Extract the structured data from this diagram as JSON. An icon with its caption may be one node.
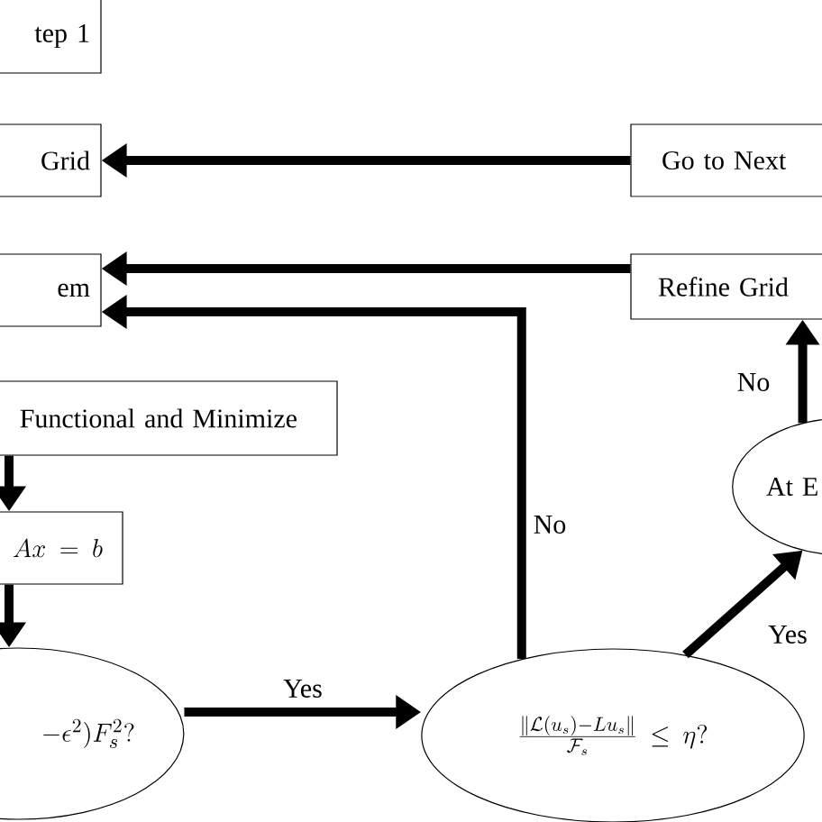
{
  "diagram": {
    "nodes": [
      {
        "text": [
          "tep 1"
        ]
      },
      {
        "text": [
          "Grid"
        ]
      },
      {
        "text": [
          "em"
        ]
      },
      {
        "text": [
          "Functional and Minimize"
        ]
      },
      {
        "text": [
          "Ax = b"
        ]
      },
      {
        "text": [
          "-\\epsilon^{2})F_{s}^{2}?"
        ]
      },
      {
        "text": [
          "\\frac{\\|\\mathcal{L}(u_{s})-Lu_{s}\\|}{\\mathcal{F}_{s}}\\leq\\eta?"
        ]
      },
      {
        "text": [
          "At E"
        ]
      },
      {
        "text": [
          "Go to Next"
        ]
      },
      {
        "text": [
          "Refine Grid"
        ]
      }
    ],
    "edges": [
      {
        "from": 8,
        "to": 1,
        "arrow": "to"
      },
      {
        "from": 9,
        "to": 2,
        "arrow": "to"
      },
      {
        "from": 6,
        "to": 2,
        "arrow": "to",
        "label": "No"
      },
      {
        "from": 3,
        "to": 4,
        "arrow": "to"
      },
      {
        "from": 4,
        "to": 5,
        "arrow": "to"
      },
      {
        "from": 5,
        "to": 6,
        "arrow": "to",
        "label": "Yes"
      },
      {
        "from": 6,
        "to": 7,
        "arrow": "to",
        "label": "Yes"
      },
      {
        "from": 7,
        "to": 9,
        "arrow": "to",
        "label": "No"
      }
    ]
  }
}
